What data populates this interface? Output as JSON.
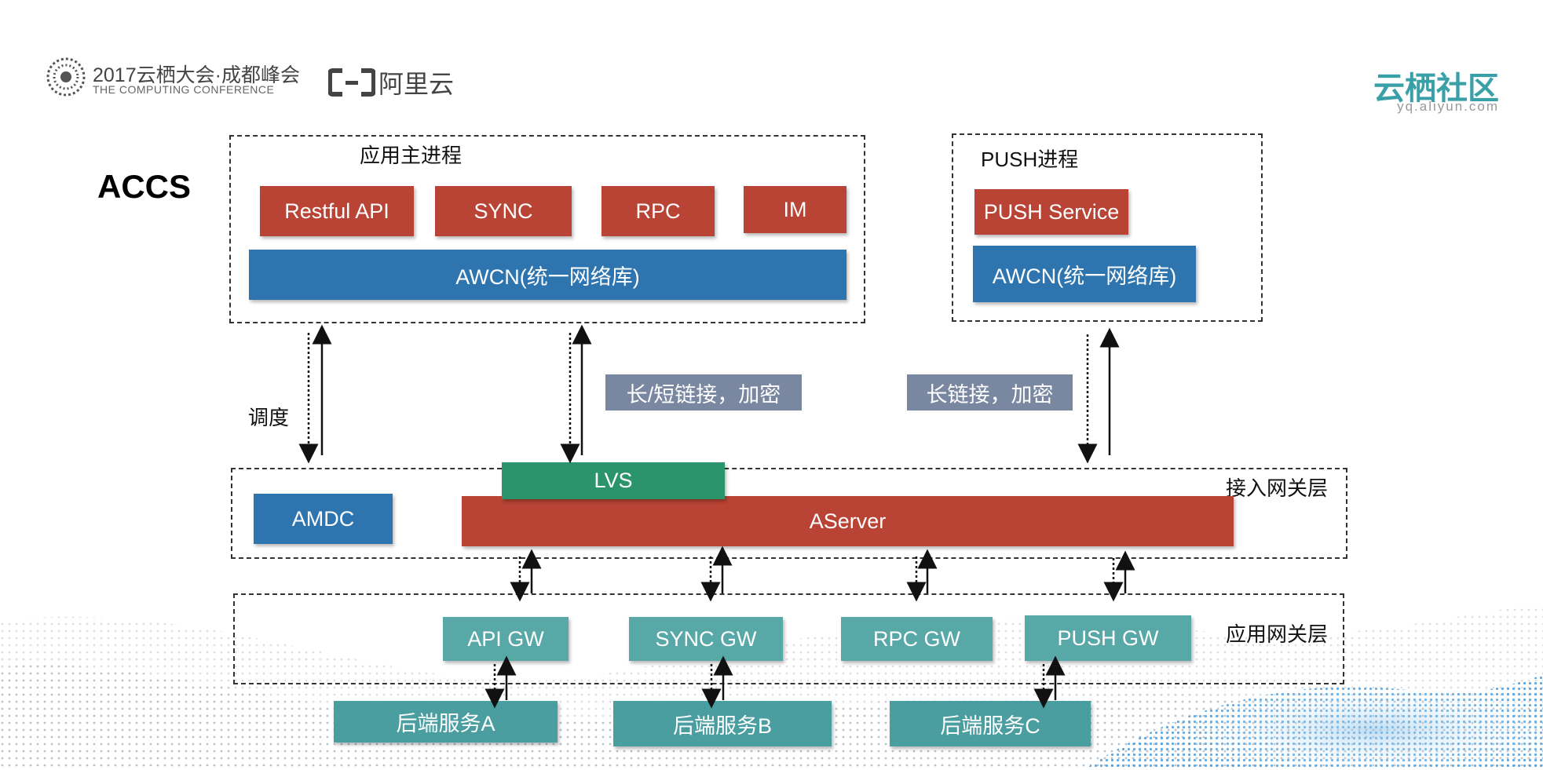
{
  "header": {
    "conference_title": "2017云栖大会·成都峰会",
    "conference_subtitle": "THE COMPUTING CONFERENCE",
    "aliyun_logo_text": "阿里云",
    "community_title": "云栖社区",
    "community_url": "yq.aliyun.com"
  },
  "slide_title": "ACCS",
  "app_process": {
    "title": "应用主进程",
    "modules": [
      "Restful API",
      "SYNC",
      "RPC",
      "IM"
    ],
    "network_lib": "AWCN(统一网络库)"
  },
  "push_process": {
    "title": "PUSH进程",
    "service": "PUSH Service",
    "network_lib": "AWCN(统一网络库)"
  },
  "connections": {
    "schedule_label": "调度",
    "long_short_label": "长/短链接，加密",
    "long_label": "长链接，加密"
  },
  "access_layer": {
    "title": "接入网关层",
    "amdc": "AMDC",
    "lvs": "LVS",
    "aserver": "AServer"
  },
  "app_gateway_layer": {
    "title": "应用网关层",
    "gateways": [
      "API GW",
      "SYNC GW",
      "RPC GW",
      "PUSH GW"
    ]
  },
  "backend_services": [
    "后端服务A",
    "后端服务B",
    "后端服务C"
  ],
  "colors": {
    "red": "#b94334",
    "blue": "#2e75b0",
    "green": "#2c946d",
    "teal": "#59a8a8",
    "slate": "#7988a0",
    "brand_teal": "#3aa0a8"
  }
}
